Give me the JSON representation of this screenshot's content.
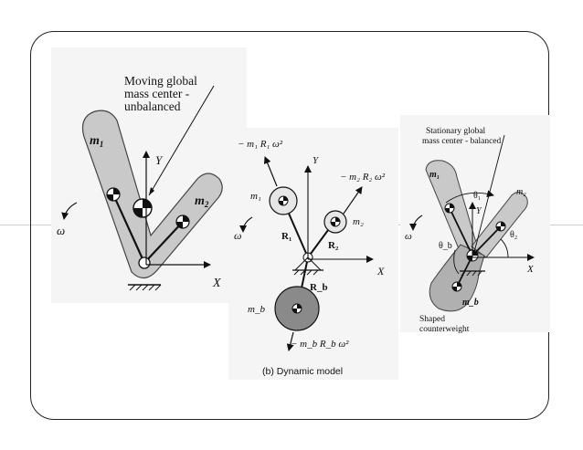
{
  "panel_a": {
    "callout": [
      "Moving global",
      "mass center -",
      "unbalanced"
    ],
    "m1": "m",
    "m1_sub": "1",
    "m2": "m",
    "m2_sub": "2",
    "y_axis": "Y",
    "x_axis": "X",
    "omega": "ω"
  },
  "panel_b": {
    "force1": "− m₁ R₁ ω²",
    "force2": "− m₂ R₂ ω²",
    "forceb": "− m_b R_b ω²",
    "m1": "m₁",
    "m2": "m₂",
    "mb": "m_b",
    "R1": "R₁",
    "R2": "R₂",
    "Rb": "R_b",
    "y_axis": "Y",
    "x_axis": "X",
    "omega": "ω",
    "caption": "(b) Dynamic model"
  },
  "panel_c": {
    "callout": [
      "Stationary global",
      "mass center - balanced"
    ],
    "m1": "m₁",
    "m2": "m₂",
    "mb": "m_b",
    "theta1": "θ₁",
    "theta2": "θ₂",
    "thetab": "θ_b",
    "y_axis": "Y",
    "x_axis": "X",
    "omega": "ω",
    "counterweight": [
      "Shaped",
      "counterweight"
    ]
  }
}
